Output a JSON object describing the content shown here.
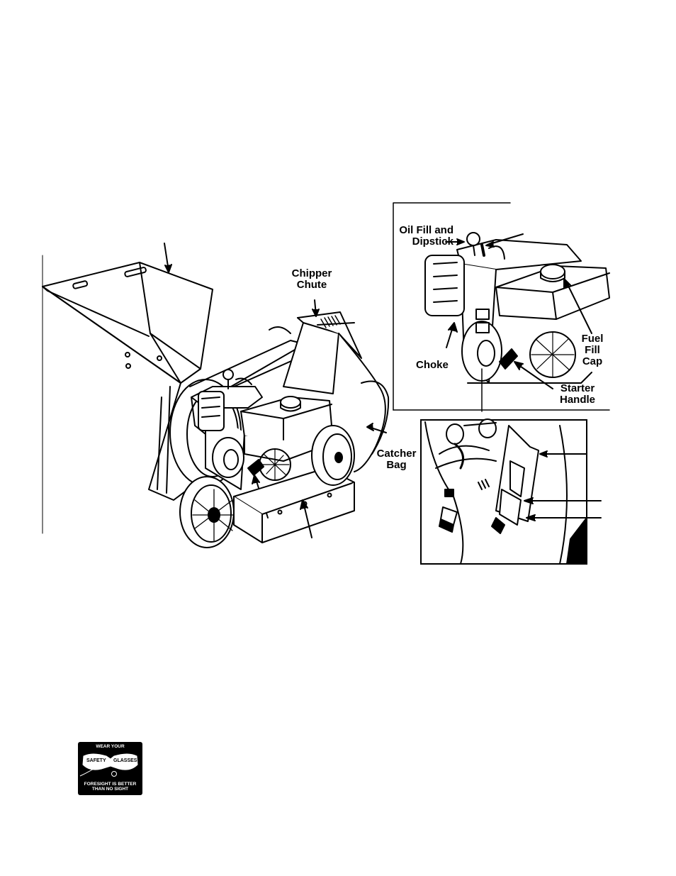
{
  "main_figure": {
    "labels": {
      "chipper_chute": "Chipper\nChute",
      "catcher_bag": "Catcher\nBag"
    }
  },
  "engine_inset": {
    "labels": {
      "oil_fill": "Oil Fill and\nDipstick",
      "fuel_fill_cap": "Fuel\nFill\nCap",
      "choke": "Choke",
      "starter_handle": "Starter\nHandle"
    }
  },
  "safety_badge": {
    "top_text": "WEAR YOUR",
    "left_word": "SAFETY",
    "right_word": "GLASSES",
    "bottom_text": "FORESIGHT IS BETTER\nTHAN NO SIGHT"
  }
}
